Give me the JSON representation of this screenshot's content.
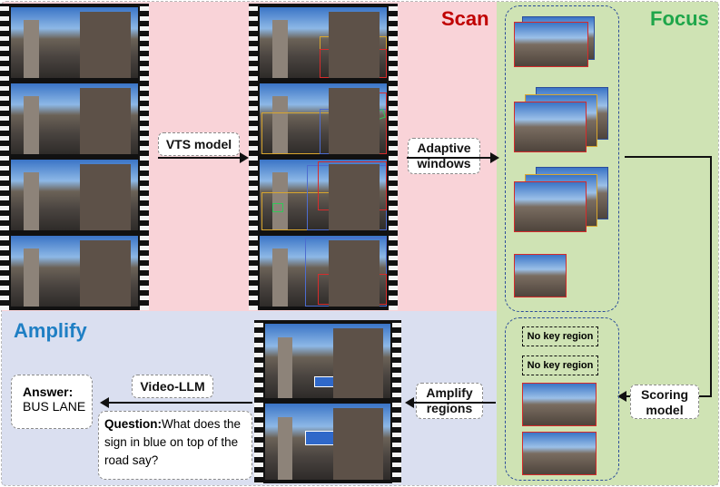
{
  "stages": {
    "scan": {
      "title": "Scan",
      "color": "#c00000"
    },
    "focus": {
      "title": "Focus",
      "color": "#1fa64a"
    },
    "amplify": {
      "title": "Amplify",
      "color": "#1f7fc4"
    }
  },
  "labels": {
    "vts_model": "VTS model",
    "adaptive_windows_1": "Adaptive",
    "adaptive_windows_2": "windows",
    "scoring_model_1": "Scoring",
    "scoring_model_2": "model",
    "amplify_regions_1": "Amplify",
    "amplify_regions_2": "regions",
    "video_llm": "Video-LLM",
    "no_key_region_1": "No key region",
    "no_key_region_2": "No key region"
  },
  "answer": {
    "label": "Answer:",
    "value": "BUS LANE"
  },
  "question": {
    "label": "Question:",
    "text": "What does the sign in blue on top of the road say?"
  }
}
